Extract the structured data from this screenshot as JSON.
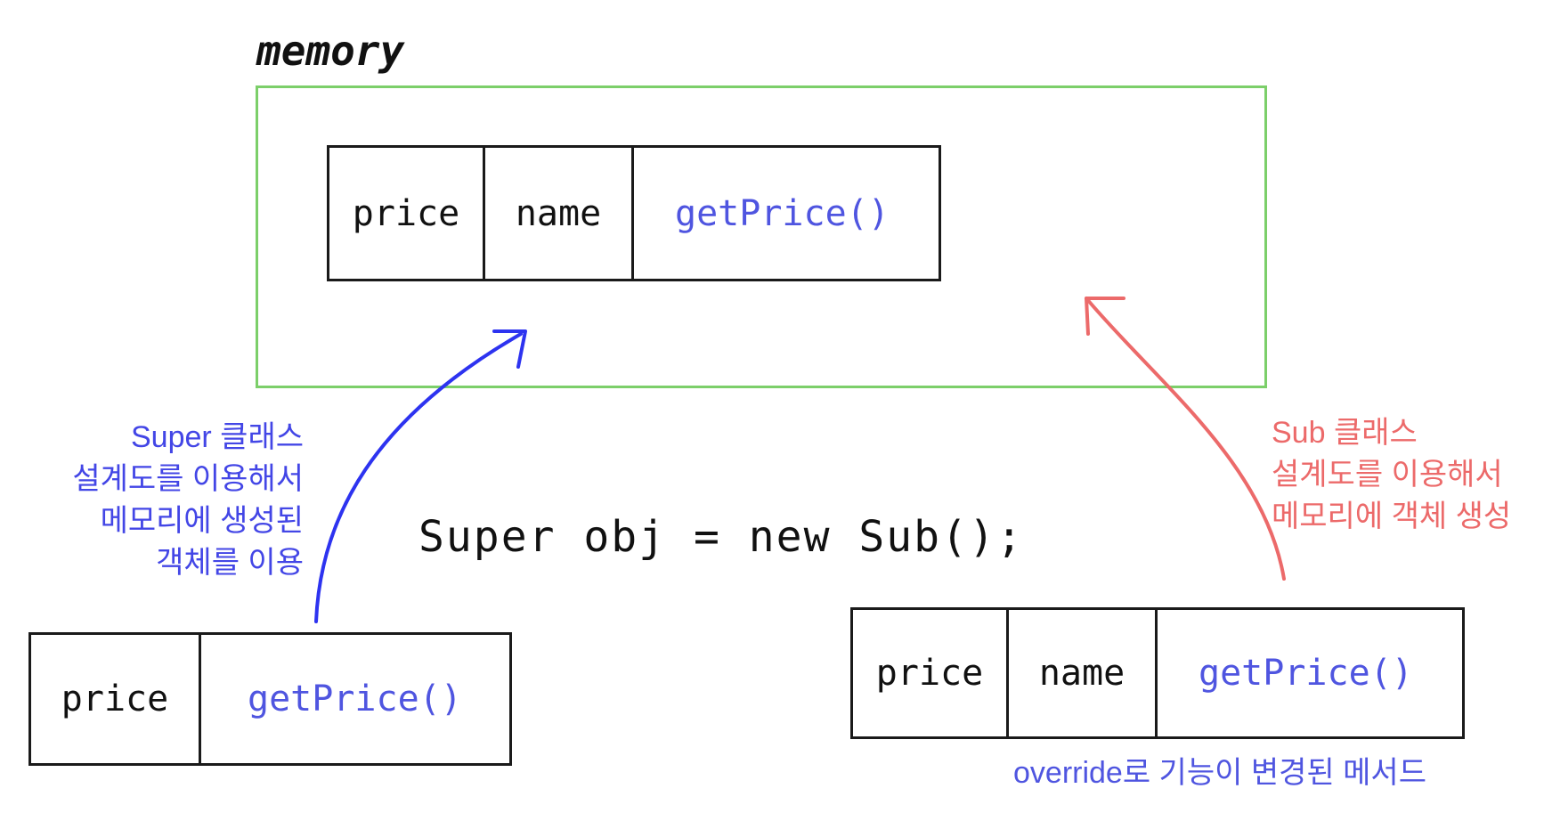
{
  "memory": {
    "label": "memory",
    "frame_color": "#7ccf6a",
    "object": {
      "field1": "price",
      "field2": "name",
      "method": "getPrice()"
    }
  },
  "code": {
    "statement": "Super obj = new Sub();"
  },
  "super_side": {
    "color": "#4346e6",
    "note_lines": [
      "Super 클래스",
      "설계도를 이용해서",
      "메모리에 생성된",
      "객체를 이용"
    ],
    "object": {
      "field1": "price",
      "method": "getPrice()"
    }
  },
  "sub_side": {
    "color": "#ec6a6a",
    "note_lines": [
      "Sub 클래스",
      "설계도를 이용해서",
      "메모리에 객체 생성"
    ],
    "object": {
      "field1": "price",
      "field2": "name",
      "method": "getPrice()"
    },
    "override_note": "override로 기능이 변경된 메서드"
  },
  "override_note_color": "#4f55e0"
}
